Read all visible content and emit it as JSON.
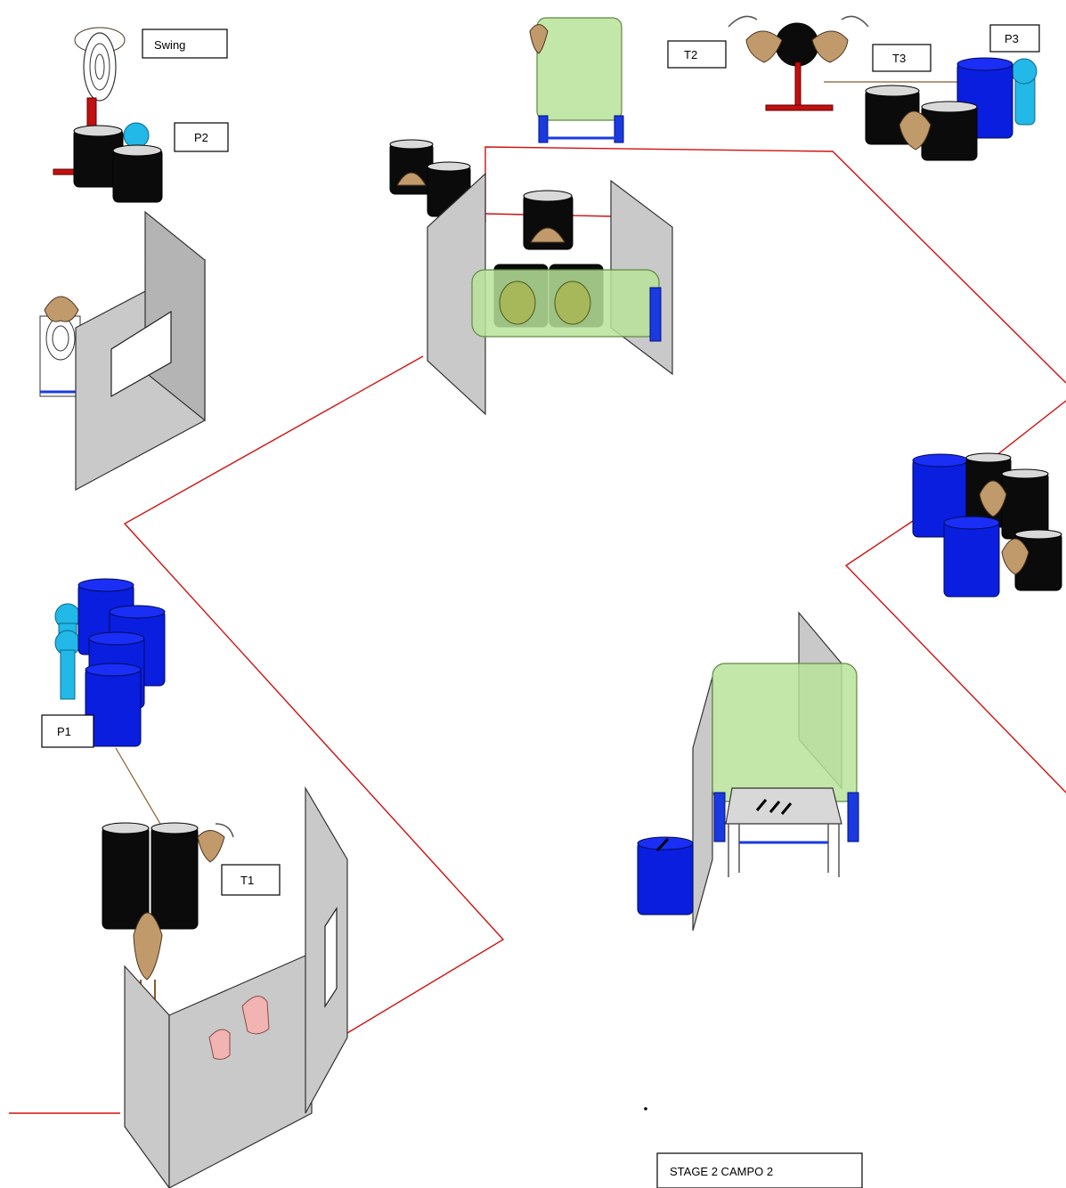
{
  "labels": {
    "swing": "Swing",
    "p1": "P1",
    "p2": "P2",
    "p3": "P3",
    "t1": "T1",
    "t2": "T2",
    "t3": "T3",
    "stage": "STAGE 2 CAMPO 2"
  },
  "colors": {
    "fault_line": "#d01010",
    "barrel_black": "#0b0b0b",
    "barrel_blue": "#0a1ee0",
    "target": "#c19a6b",
    "no_shoot": "#22b8e8",
    "wall": "#c9c9c9",
    "green_screen": "#b8e29a"
  }
}
